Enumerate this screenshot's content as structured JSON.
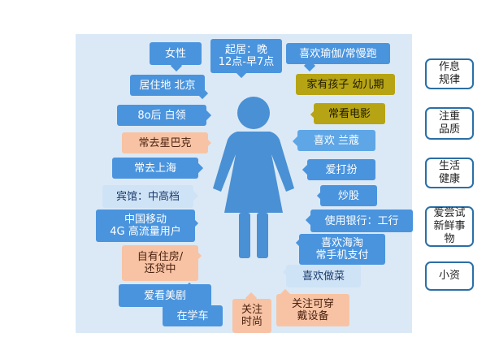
{
  "tags": [
    {
      "key": "gender",
      "text": "女性"
    },
    {
      "key": "routine",
      "text": "起居：晚\n12点-早7点"
    },
    {
      "key": "yoga",
      "text": "喜欢瑜伽/常慢跑"
    },
    {
      "key": "residence",
      "text": "居住地 北京"
    },
    {
      "key": "kids",
      "text": "家有孩子 幼儿期"
    },
    {
      "key": "age",
      "text": "8o后 白领"
    },
    {
      "key": "movies",
      "text": "常看电影"
    },
    {
      "key": "starbucks",
      "text": "常去星巴克"
    },
    {
      "key": "lancome",
      "text": "喜欢 兰蔻"
    },
    {
      "key": "shanghai",
      "text": "常去上海"
    },
    {
      "key": "dressup",
      "text": "爱打扮"
    },
    {
      "key": "hotel",
      "text": "宾馆：中高档"
    },
    {
      "key": "stocks",
      "text": "炒股"
    },
    {
      "key": "mobile",
      "text": "中国移动\n4G 高流量用户"
    },
    {
      "key": "bank",
      "text": "使用银行：工行"
    },
    {
      "key": "haitao",
      "text": "喜欢海淘\n常手机支付"
    },
    {
      "key": "housing",
      "text": "自有住房/\n还贷中"
    },
    {
      "key": "cooking",
      "text": "喜欢做菜"
    },
    {
      "key": "tvseries",
      "text": "爱看美剧"
    },
    {
      "key": "carlearn",
      "text": "在学车"
    },
    {
      "key": "fashion",
      "text": "关注\n时尚"
    },
    {
      "key": "wearables",
      "text": "关注可穿\n戴设备"
    }
  ],
  "categories": [
    {
      "key": "schedule",
      "text": "作息\n规律"
    },
    {
      "key": "quality",
      "text": "注重\n品质"
    },
    {
      "key": "health",
      "text": "生活\n健康"
    },
    {
      "key": "novelty",
      "text": "爱尝试\n新鲜事\n物"
    },
    {
      "key": "petite",
      "text": "小资"
    }
  ],
  "colors": {
    "panel": "#dbe9f6",
    "blue": "#4a94de",
    "pale": "#cfe3f6",
    "gold": "#b6a414",
    "peach": "#f8c3a4",
    "figure": "#4a90d4",
    "category_border": "#2a6fa6"
  },
  "icons": {
    "figure": "woman-silhouette-icon"
  }
}
